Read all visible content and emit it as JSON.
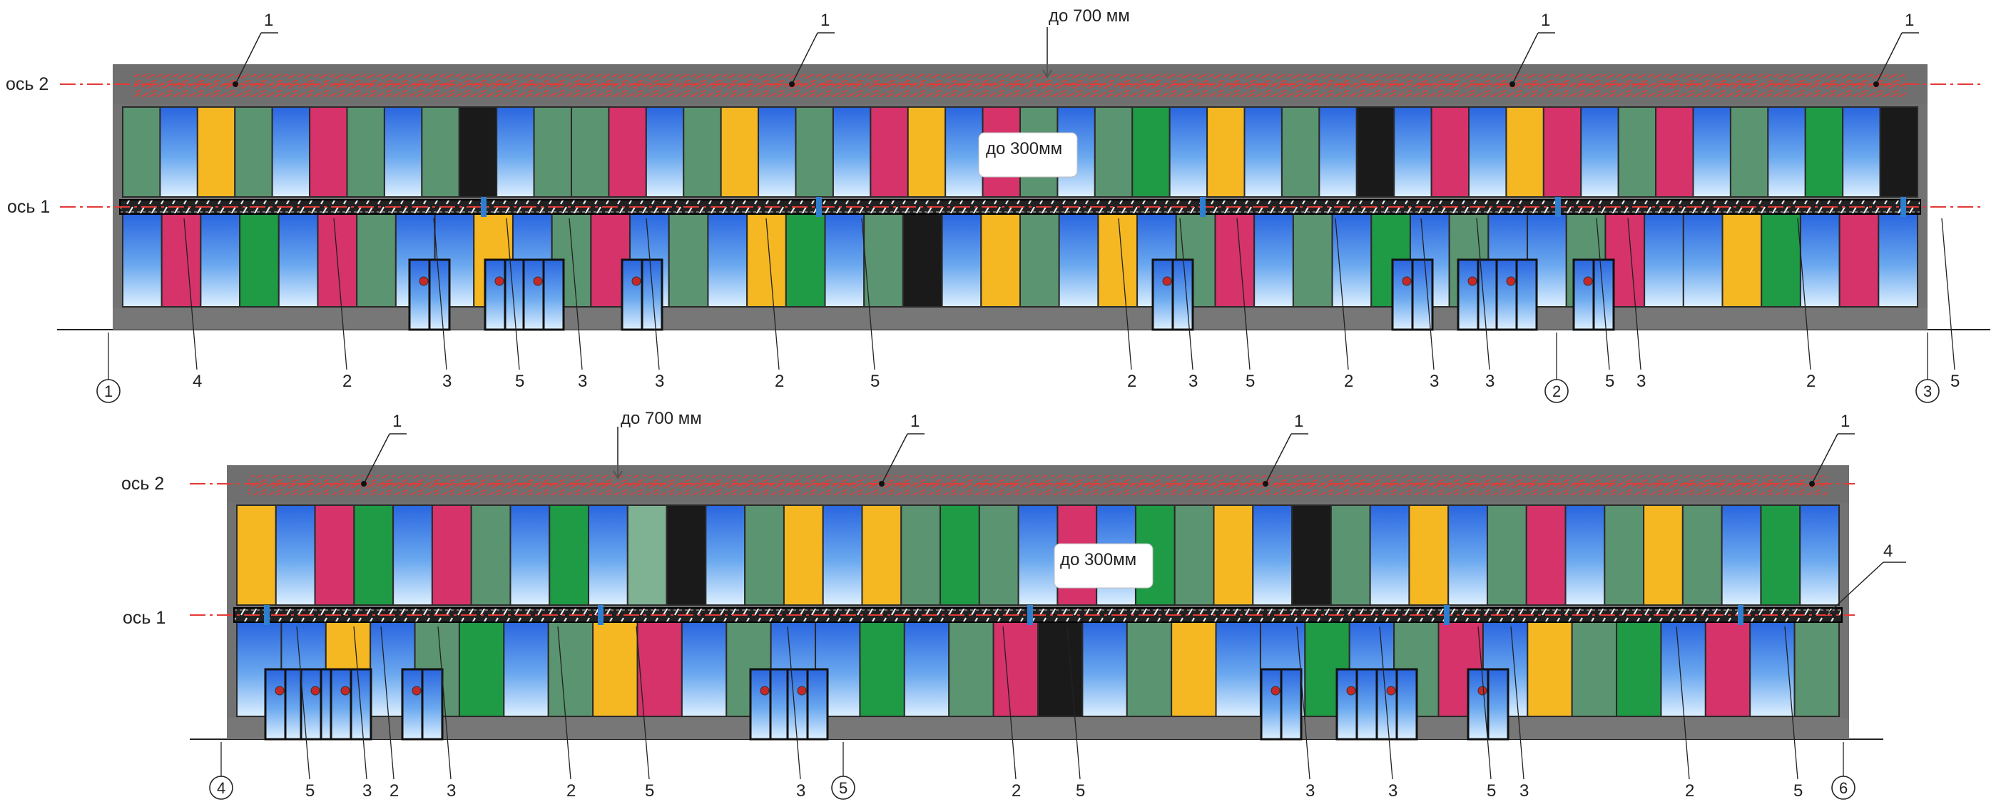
{
  "colors": {
    "blue_top": "#2a66e0",
    "blue_bottom": "#d8ecfb",
    "sage": "#5b9470",
    "sage_light": "#7fb292",
    "green": "#1f9a45",
    "pink": "#d6336a",
    "yellow": "#f5b823",
    "black": "#1a1a1a",
    "wall": "#727272",
    "wall_dark": "#444444",
    "red_line": "#e53935",
    "mullion": "#2a2a2a"
  },
  "elevation_top": {
    "dim_top": "до 700 мм",
    "dim_mid": "до 300мм",
    "axis_top": "ось 2",
    "axis_mid": "ось 1",
    "callouts_top": [
      "1",
      "1",
      "1",
      "1"
    ],
    "callouts_bottom": [
      "4",
      "2",
      "3",
      "5",
      "3",
      "3",
      "2",
      "5",
      "2",
      "3",
      "5",
      "2",
      "3",
      "3",
      "5",
      "3",
      "2",
      "5"
    ],
    "grid_markers": [
      "1",
      "2",
      "3"
    ],
    "panels": [
      "sage",
      "blue",
      "yellow",
      "sage",
      "blue",
      "pink",
      "sage",
      "blue",
      "sage",
      "black",
      "blue",
      "sage",
      "sage",
      "pink",
      "blue",
      "sage",
      "yellow",
      "blue",
      "sage",
      "blue",
      "pink",
      "yellow",
      "blue",
      "pink",
      "sage",
      "blue",
      "sage",
      "green",
      "blue",
      "yellow",
      "blue",
      "sage",
      "blue",
      "black",
      "blue",
      "pink",
      "blue",
      "yellow",
      "pink",
      "blue",
      "sage",
      "pink",
      "blue",
      "sage",
      "blue",
      "green",
      "blue",
      "black"
    ],
    "lower_panels": [
      "blue",
      "pink",
      "blue",
      "green",
      "blue",
      "pink",
      "sage",
      "blue",
      "blue",
      "yellow",
      "blue",
      "sage",
      "pink",
      "blue",
      "sage",
      "blue",
      "yellow",
      "green",
      "blue",
      "sage",
      "black",
      "blue",
      "yellow",
      "sage",
      "blue",
      "yellow",
      "blue",
      "sage",
      "pink",
      "blue",
      "sage",
      "blue",
      "green",
      "blue",
      "sage",
      "blue",
      "blue",
      "sage",
      "pink",
      "blue",
      "blue",
      "yellow",
      "green",
      "blue",
      "pink",
      "blue"
    ]
  },
  "elevation_bottom": {
    "dim_top": "до 700 мм",
    "dim_mid": "до 300мм",
    "axis_top": "ось 2",
    "axis_mid": "ось 1",
    "callouts_top": [
      "1",
      "1",
      "1",
      "1"
    ],
    "callout_right": "4",
    "callouts_bottom": [
      "5",
      "3",
      "2",
      "3",
      "2",
      "5",
      "3",
      "2",
      "5",
      "3",
      "3",
      "5",
      "3",
      "2",
      "5"
    ],
    "grid_markers": [
      "4",
      "5",
      "6"
    ],
    "panels": [
      "yellow",
      "blue",
      "pink",
      "green",
      "blue",
      "pink",
      "sage",
      "blue",
      "green",
      "blue",
      "sage_light",
      "black",
      "blue",
      "sage",
      "yellow",
      "blue",
      "yellow",
      "sage",
      "green",
      "sage",
      "blue",
      "pink",
      "blue",
      "green",
      "sage",
      "yellow",
      "blue",
      "black",
      "sage",
      "blue",
      "yellow",
      "blue",
      "sage",
      "pink",
      "blue",
      "sage",
      "yellow",
      "sage",
      "blue",
      "green",
      "blue"
    ],
    "lower_panels": [
      "blue",
      "blue",
      "yellow",
      "blue",
      "sage",
      "green",
      "blue",
      "sage",
      "yellow",
      "pink",
      "blue",
      "sage",
      "blue",
      "blue",
      "green",
      "blue",
      "sage",
      "pink",
      "black",
      "blue",
      "sage",
      "yellow",
      "blue",
      "blue",
      "green",
      "blue",
      "sage",
      "pink",
      "blue",
      "yellow",
      "sage",
      "green",
      "blue",
      "pink",
      "blue",
      "sage"
    ]
  }
}
